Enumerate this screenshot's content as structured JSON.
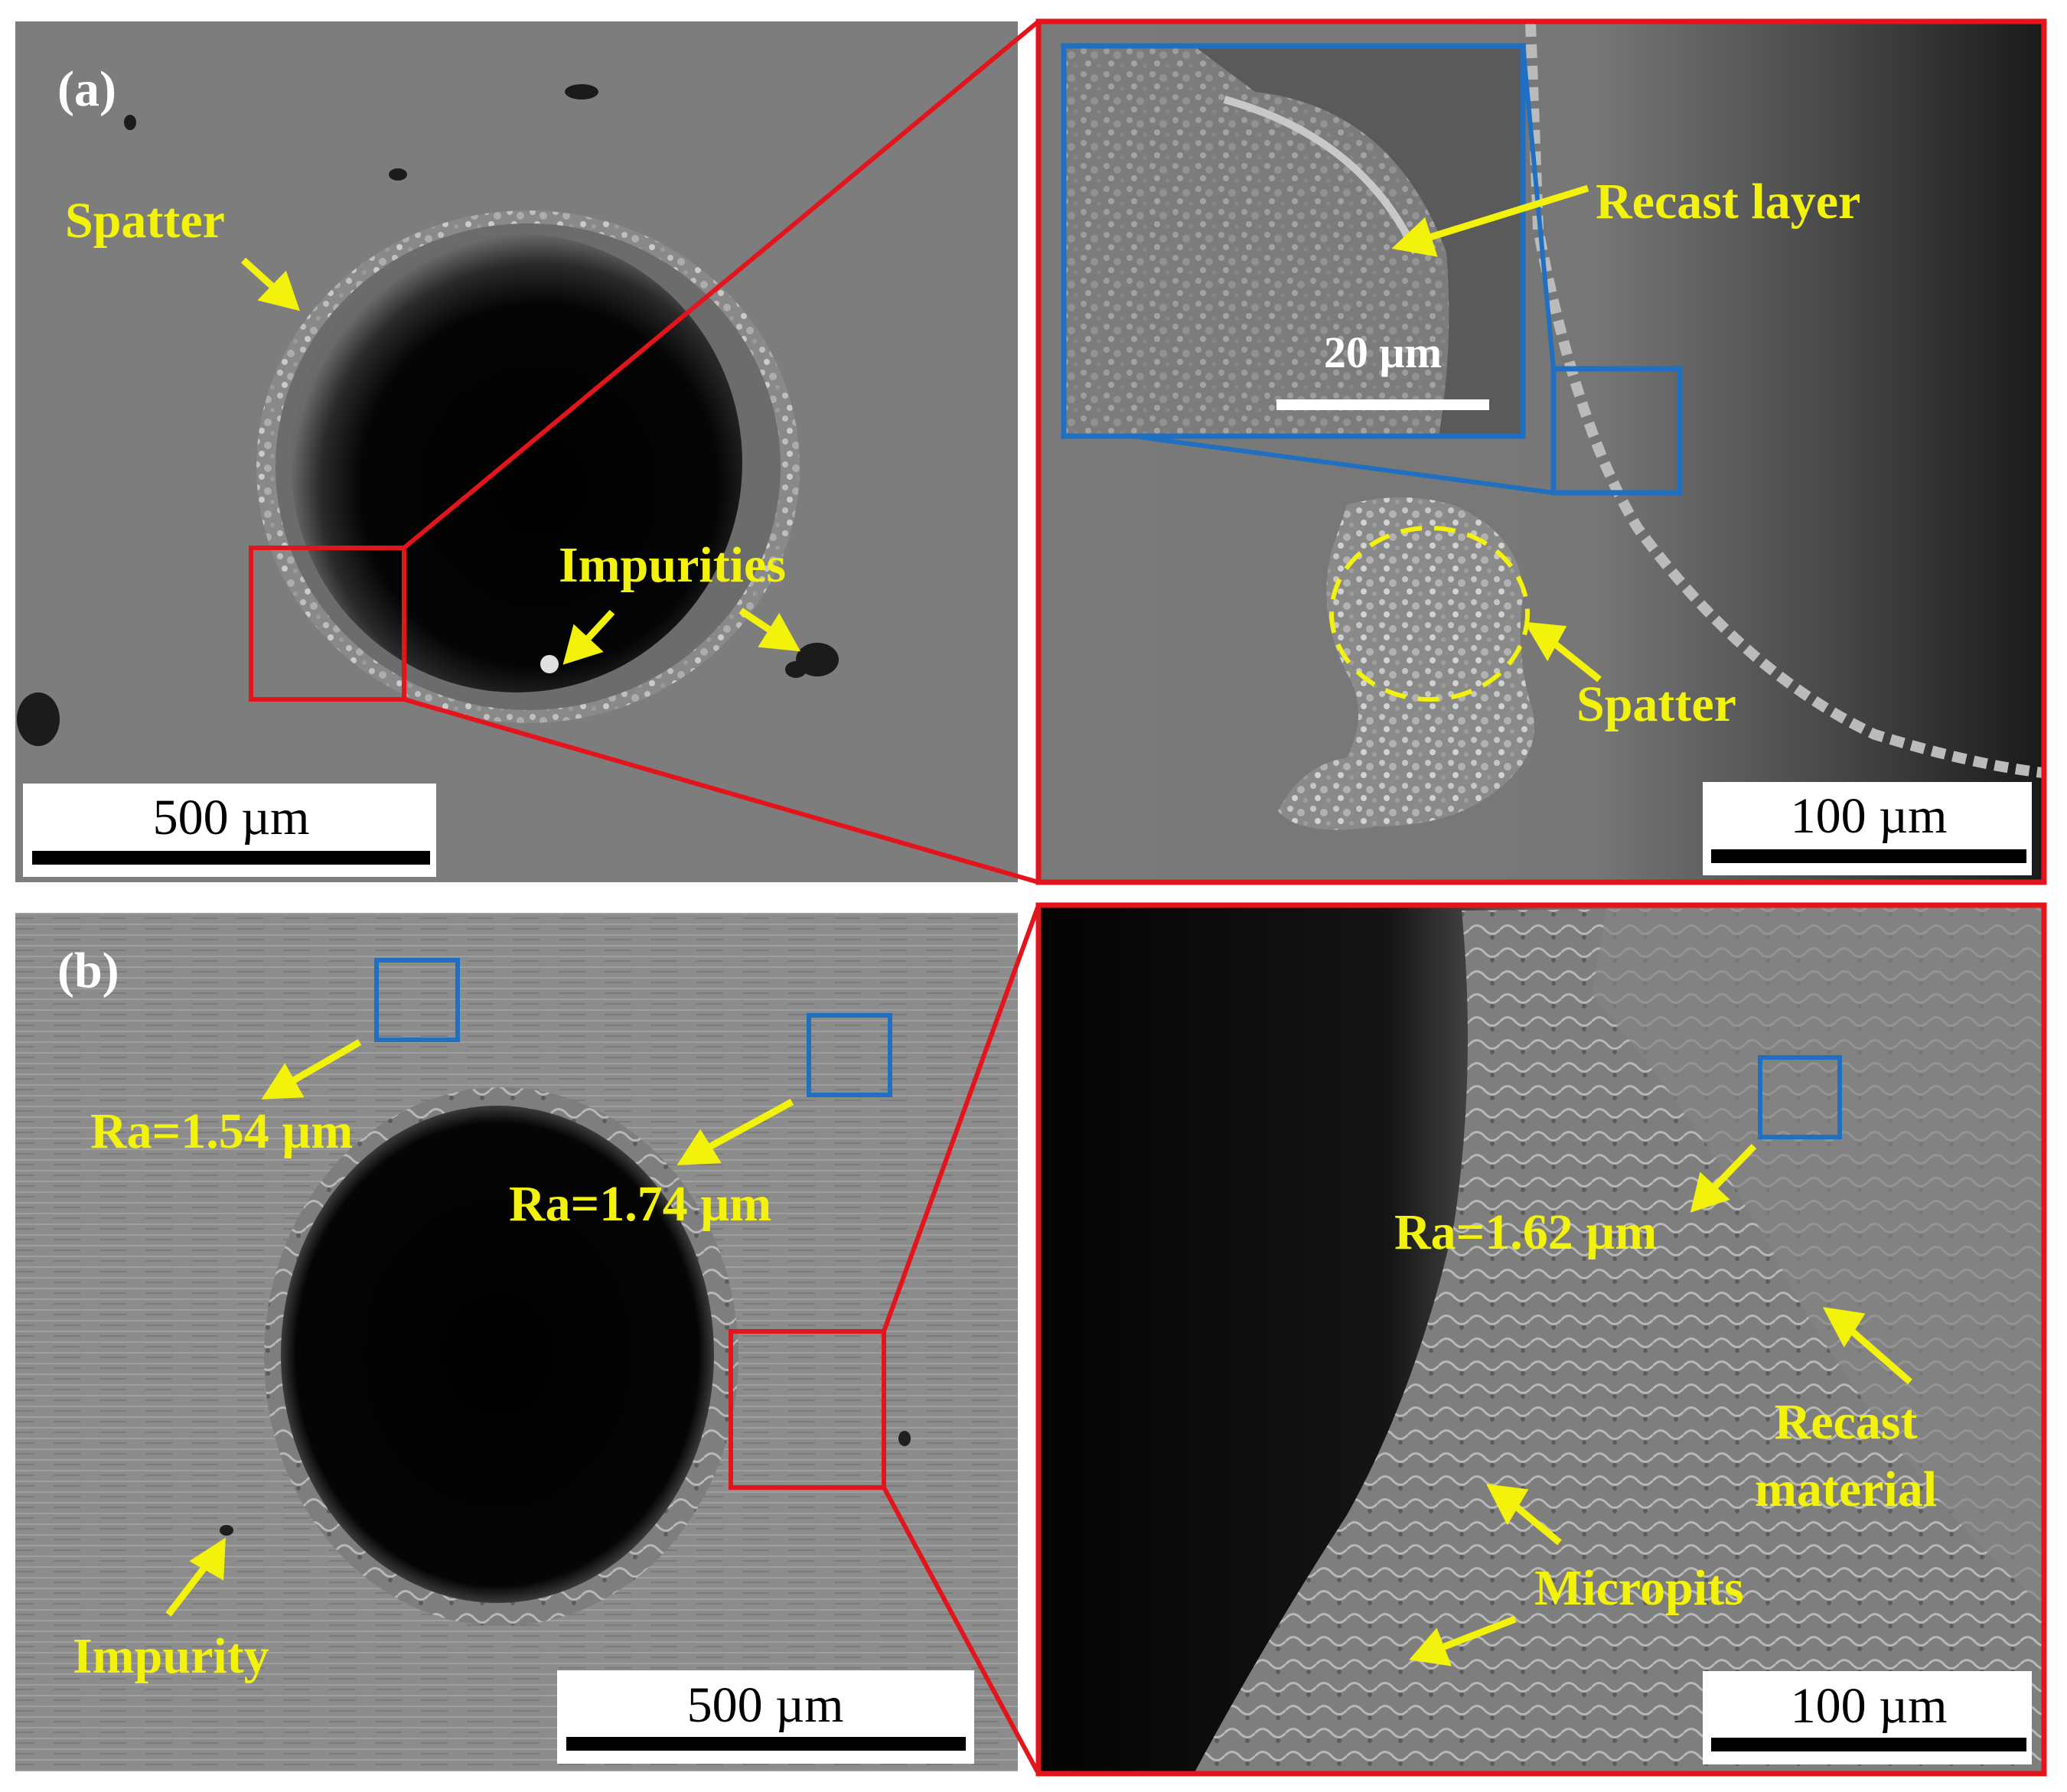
{
  "colors": {
    "highlight_red": "#e3141b",
    "highlight_blue": "#1f6fc2",
    "annotation_yellow": "#f2f20a",
    "background": "#ffffff"
  },
  "panel_a": {
    "label": "(a)",
    "overview": {
      "spatter_label": "Spatter",
      "impurities_label": "Impurities",
      "scale_bar": "500 µm"
    },
    "zoom": {
      "recast_layer_label": "Recast layer",
      "inset_scale_bar": "20 µm",
      "spatter_label": "Spatter",
      "scale_bar": "100 µm"
    }
  },
  "panel_b": {
    "label": "(b)",
    "overview": {
      "ra_left_label": "Ra=1.54 µm",
      "ra_right_label": "Ra=1.74 µm",
      "impurity_label": "Impurity",
      "scale_bar": "500 µm"
    },
    "zoom": {
      "ra_label": "Ra=1.62 µm",
      "recast_label_line1": "Recast",
      "recast_label_line2": "material",
      "micropits_label": "Micropits",
      "scale_bar": "100 µm"
    }
  }
}
